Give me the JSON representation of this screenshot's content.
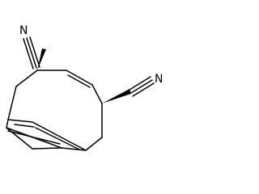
{
  "diagram": {
    "type": "skeletal-structure",
    "atom_labels": {
      "nitrogen_upper": "N",
      "nitrogen_right": "N"
    },
    "colors": {
      "bond": "#000000",
      "background": "#ffffff"
    }
  }
}
